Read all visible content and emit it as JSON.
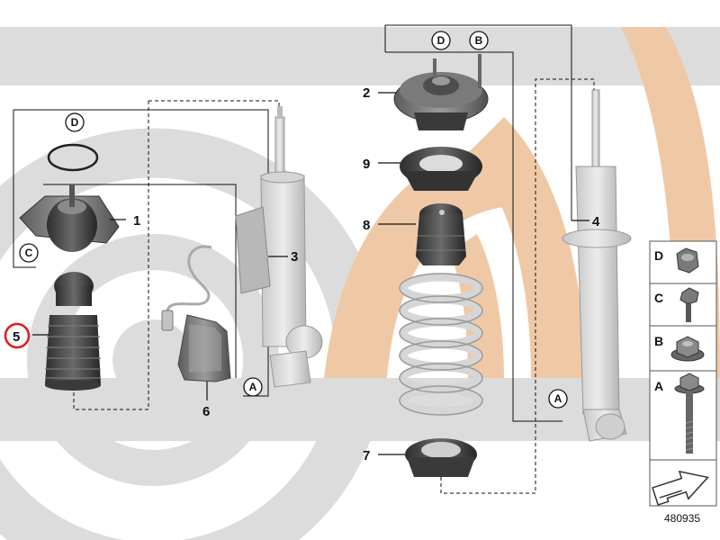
{
  "colors": {
    "bg_gray": "#dcdcdc",
    "bg_tan": "#efc9a6",
    "part_gray": "#8d8d8d",
    "part_dark": "#4a4a4a",
    "spring_light": "#d9d9d9",
    "highlight_red": "#e21a1a"
  },
  "callouts": {
    "p1": "1",
    "p2": "2",
    "p3": "3",
    "p4": "4",
    "p5": "5",
    "p6": "6",
    "p7": "7",
    "p8": "8",
    "p9": "9"
  },
  "letters": {
    "left_d": "D",
    "left_c": "C",
    "left_a": "A",
    "mid_d": "D",
    "mid_b": "B",
    "right_a": "A"
  },
  "legend": {
    "items": [
      {
        "letter": "D",
        "icon": "nut-icon"
      },
      {
        "letter": "C",
        "icon": "short-bolt-icon"
      },
      {
        "letter": "B",
        "icon": "flange-nut-icon"
      },
      {
        "letter": "A",
        "icon": "long-bolt-icon"
      }
    ],
    "footer_icon": "direction-arrow-icon"
  },
  "diagram_id": "480935",
  "highlighted_part": "5"
}
